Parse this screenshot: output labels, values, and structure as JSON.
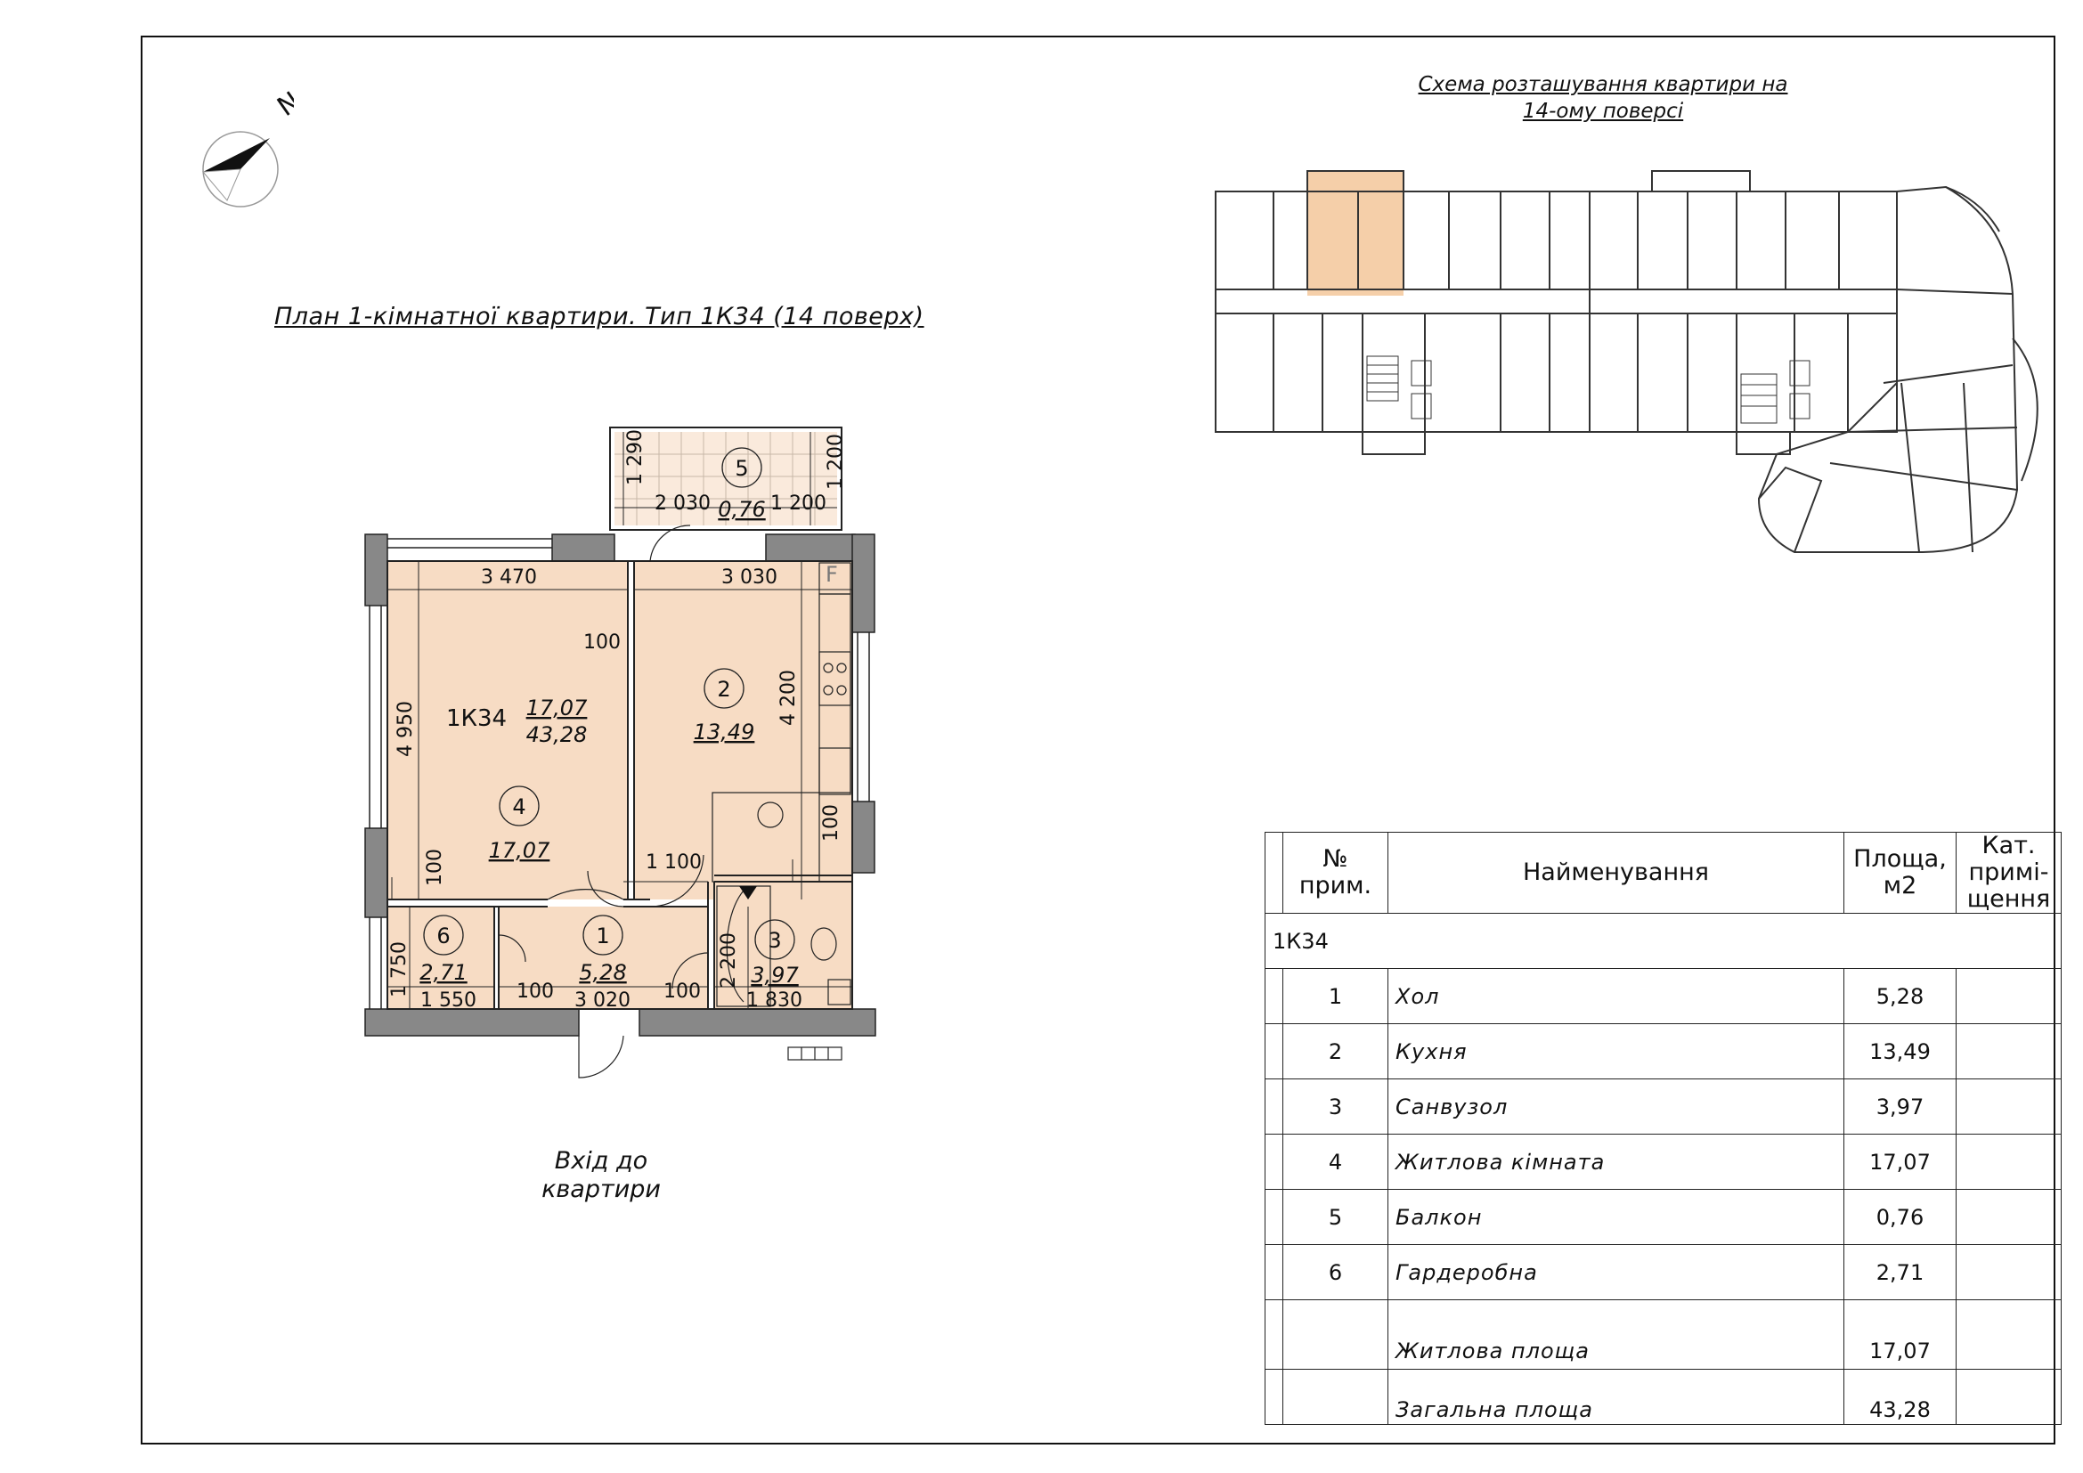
{
  "plan_title": "План 1-кімнатної квартири. Тип 1К34 (14 поверх)",
  "scheme_title_line1": "Схема розташування квартири на",
  "scheme_title_line2": "14-ому поверсі",
  "compass_label": "N",
  "entry_line1": "Вхід до",
  "entry_line2": "квартири",
  "apartment_code": "1К34",
  "apartment_living_area": "17,07",
  "apartment_total_area": "43,28",
  "rooms": [
    {
      "num": "1",
      "area": "5,28"
    },
    {
      "num": "2",
      "area": "13,49"
    },
    {
      "num": "3",
      "area": "3,97"
    },
    {
      "num": "4",
      "area": "17,07"
    },
    {
      "num": "5",
      "area": "0,76"
    },
    {
      "num": "6",
      "area": "2,71"
    }
  ],
  "dimensions": {
    "d3470": "3 470",
    "d3030": "3 030",
    "d4950": "4 950",
    "d4200": "4 200",
    "d1290": "1 290",
    "d2030": "2 030",
    "d1200a": "1 200",
    "d1200b": "1 200",
    "d100a": "100",
    "d100b": "100",
    "d100c": "100",
    "d100d": "100",
    "d100e": "100",
    "d1100": "1 100",
    "d1750": "1 750",
    "d1550": "1 550",
    "d3020": "3 020",
    "d2200": "2 200",
    "d1830": "1 830",
    "f_mark": "F"
  },
  "table": {
    "header_num": "№\nприм.",
    "header_name": "Найменування",
    "header_area": "Площа,\nм2",
    "header_cat": "Кат.\nпримі-\nщення",
    "group": "1К34",
    "rows": [
      {
        "num": "1",
        "name": "Хол",
        "area": "5,28"
      },
      {
        "num": "2",
        "name": "Кухня",
        "area": "13,49"
      },
      {
        "num": "3",
        "name": "Санвузол",
        "area": "3,97"
      },
      {
        "num": "4",
        "name": "Житлова кімната",
        "area": "17,07"
      },
      {
        "num": "5",
        "name": "Балкон",
        "area": "0,76"
      },
      {
        "num": "6",
        "name": "Гардеробна",
        "area": "2,71"
      }
    ],
    "living_label": "Житлова площа",
    "living_value": "17,07",
    "total_label": "Загальна площа",
    "total_value": "43,28"
  },
  "colors": {
    "room_fill": "#f7dcc4",
    "wall": "#777777",
    "line": "#222222",
    "highlight": "#f5cfa9"
  }
}
